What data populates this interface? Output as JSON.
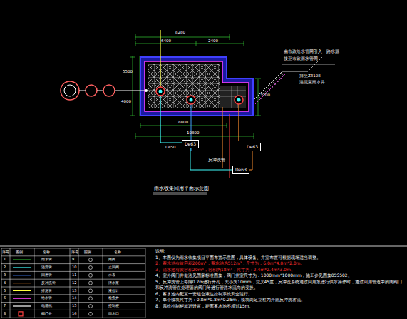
{
  "diagram": {
    "title": "雨水收集回用平面示意图",
    "nodes": [
      {
        "text": [
          "De63"
        ]
      },
      {
        "text": [
          "De63"
        ]
      },
      {
        "text": [
          "De63"
        ]
      }
    ],
    "edges": [
      {
        "from": 0,
        "to": 2,
        "arrow": "none"
      },
      {
        "from": 1,
        "to": 2,
        "arrow": "none"
      }
    ],
    "labels": [
      "8280",
      "6400",
      "2400",
      "5500",
      "4000",
      "8800",
      "10800",
      "3200",
      "由市政给水管网引入一路水源",
      "接至市政雨水管网",
      "排至Z3108",
      "溢流至雨水井",
      "De50",
      "反冲洗管",
      "序号",
      "图例",
      "名称",
      "序号",
      "图例",
      "名称",
      "1",
      "雨水管",
      "9",
      "闸阀",
      "2",
      "溢流管",
      "10",
      "止回阀",
      "3",
      "回用管",
      "11",
      "水表",
      "4",
      "反冲洗管",
      "12",
      "潜水泵",
      "5",
      "排泥管",
      "13",
      "液位计",
      "6",
      "给水管",
      "14",
      "检查井",
      "7",
      "电缆线",
      "15",
      "控制柜",
      "8",
      "阀门井",
      "16",
      "雨水口",
      "说明:",
      "1、本图仅为雨水收集项目平面布置示意图，具体设备、井室布置可根据现场适当调整。",
      "2、蓄水池有效容积200m³，蓄水池为512m³，尺寸为：6.0m*4.0m*2.0m。",
      "3、清水池有效容积20m³，容积为18m³，尺寸为：2.4m*2.4m*3.0m。",
      "4、室外阀门井做法见国家标准图集，阀门井室尺寸为：1000mm*1000mm，施工参见图集05S502。",
      "5、反冲洗管上每隔0.2m进行开孔，大小为10mm，交叉45度，反冲洗系统通过回用泵进行供水操作时，通过回用管道中的闸阀门和反冲洗管在处理器的阀门等进行管路水流向的变换。",
      "6、蓄水池内配置一套组合液位控制系统安全运行。",
      "7、单个模块尺寸为：0.8m*0.8m*0.25m，模块两足立柱内外筋反冲洗雾流。",
      "8、系统控制柜就近设置，距离蓄水池不超过15m。"
    ]
  }
}
